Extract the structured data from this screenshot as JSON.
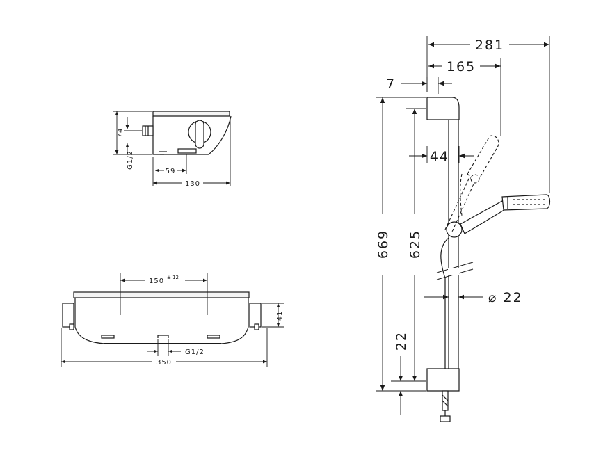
{
  "side_view": {
    "height_label": "74",
    "thread_label": "G1/2",
    "inlet_offset_label": "59",
    "depth_label": "130"
  },
  "front_view": {
    "centers_label": "150",
    "centers_tolerance": "± 12",
    "height_label": "41",
    "outlet_label": "G1/2",
    "width_label": "350"
  },
  "rail_view": {
    "reach_label": "281",
    "arm_label": "165",
    "wall_offset_label": "7",
    "handshower_offset_label": "44",
    "total_height_label": "669",
    "rail_centers_label": "625",
    "diameter_label": "⌀ 22",
    "bottom_offset_label": "22"
  }
}
